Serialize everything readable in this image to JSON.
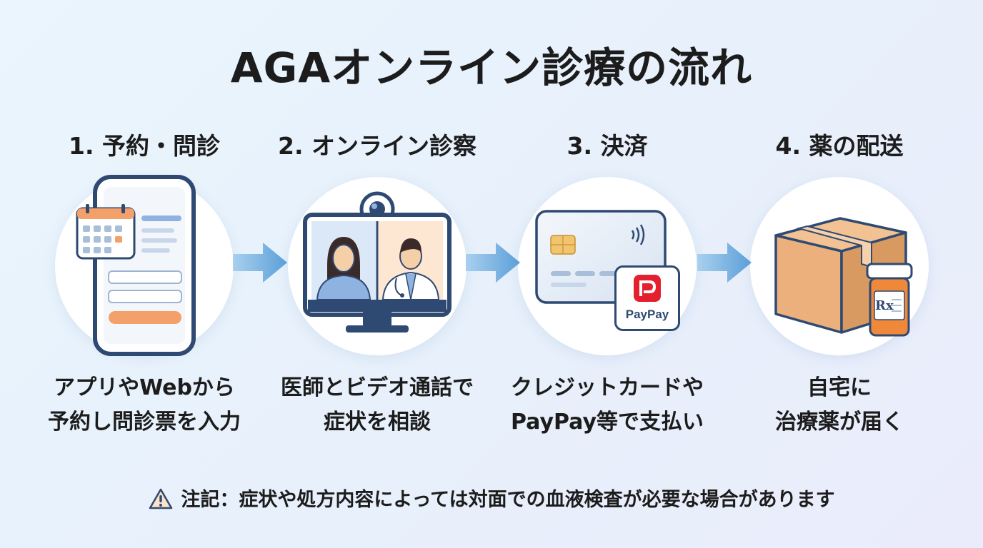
{
  "title": "AGAオンライン診療の流れ",
  "steps": [
    {
      "title": "1. 予約・問診",
      "desc_line1": "アプリやWebから",
      "desc_line2": "予約し問診票を入力",
      "icon": "smartphone-calendar-icon"
    },
    {
      "title": "2. オンライン診察",
      "desc_line1": "医師とビデオ通話で",
      "desc_line2": "症状を相談",
      "icon": "video-call-monitor-icon"
    },
    {
      "title": "3. 決済",
      "desc_line1": "クレジットカードや",
      "desc_line2": "PayPay等で支払い",
      "icon": "credit-card-icon",
      "badge_label": "PayPay"
    },
    {
      "title": "4. 薬の配送",
      "desc_line1": "自宅に",
      "desc_line2": "治療薬が届く",
      "icon": "package-icon",
      "rx_label": "Rx"
    }
  ],
  "note": {
    "icon": "warning-icon",
    "text": "注記：症状や処方内容によっては対面での血液検査が必要な場合があります"
  },
  "colors": {
    "outline": "#2f4a72",
    "arrow": "#5b9fd8",
    "orange": "#f4a06a",
    "box": "#ecb07d",
    "paypay_red": "#e4202f"
  }
}
